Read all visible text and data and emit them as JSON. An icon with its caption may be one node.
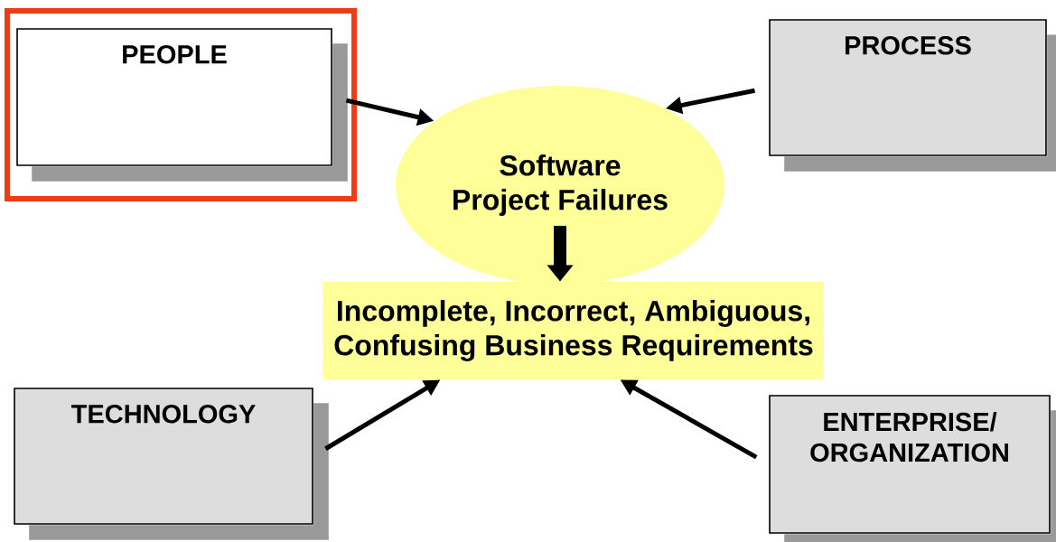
{
  "diagram": {
    "nodes": [
      {
        "text": [],
        "shape": "box"
      },
      {
        "text": [
          "PEOPLE"
        ],
        "in": 0
      },
      {
        "text": [
          "PROCESS"
        ]
      },
      {
        "text": [
          "Software Project Failures"
        ]
      },
      {
        "text": [
          "Incomplete, Incorrect, Ambiguous, Confusing Business Requirements"
        ]
      },
      {
        "text": [
          "TECHNOLOGY"
        ]
      },
      {
        "text": [
          "ENTERPRISE/ ORGANIZATION"
        ]
      }
    ],
    "edges": [
      {
        "from": 1,
        "to": 3,
        "arrow": "to"
      },
      {
        "from": 2,
        "to": 3,
        "arrow": "to"
      },
      {
        "from": 3,
        "to": 4,
        "arrow": "to",
        "style": "thick"
      },
      {
        "from": 5,
        "to": 4,
        "arrow": "to"
      },
      {
        "from": 6,
        "to": 4,
        "arrow": "to"
      }
    ]
  }
}
